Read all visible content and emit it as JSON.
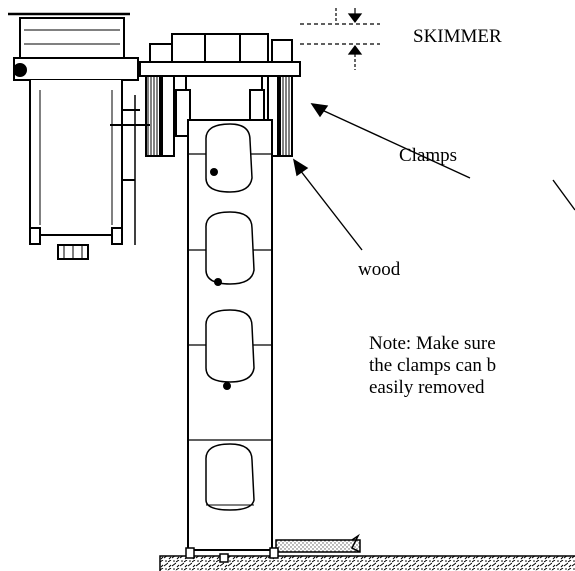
{
  "labels": {
    "skimmer": "SKIMMER",
    "clamps": "Clamps",
    "wood": "wood"
  },
  "note": {
    "line1": "Note: Make sure",
    "line2": "the clamps can b",
    "line3": "easily removed"
  },
  "colors": {
    "ink": "#000000",
    "paper": "#ffffff",
    "hatch": "#888888"
  }
}
